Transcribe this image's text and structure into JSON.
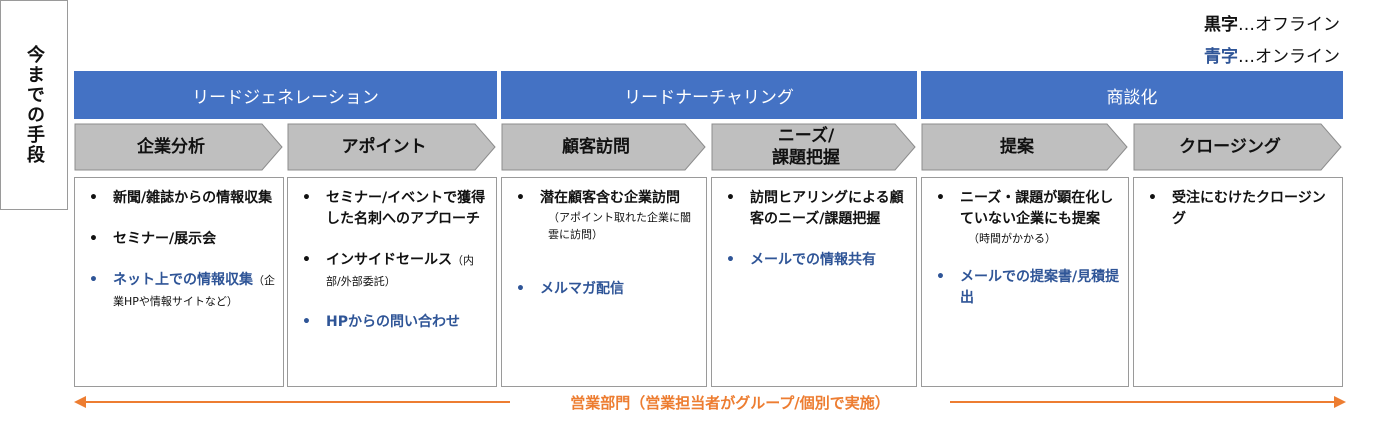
{
  "legend": {
    "black_key": "黒字",
    "black_rest": "…オフライン",
    "blue_key": "青字",
    "blue_rest": "…オンライン",
    "blue_color": "#2f5597"
  },
  "phases": [
    {
      "label": "リードジェネレーション"
    },
    {
      "label": "リードナーチャリング"
    },
    {
      "label": "商談化"
    }
  ],
  "stages": [
    {
      "label": "企業分析"
    },
    {
      "label": "アポイント"
    },
    {
      "label": "顧客訪問"
    },
    {
      "label": "ニーズ/\n課題把握"
    },
    {
      "label": "提案"
    },
    {
      "label": "クロージング"
    }
  ],
  "row_label": "今までの手段",
  "boxes": [
    {
      "items": [
        {
          "text": "新聞/雑誌からの情報収集",
          "note": "",
          "online": false
        },
        {
          "text": "セミナー/展示会",
          "note": "",
          "online": false
        },
        {
          "text": "ネット上での情報収集",
          "note": "（企業HPや情報サイトなど）",
          "online": true
        }
      ]
    },
    {
      "items": [
        {
          "text": "セミナー/イベントで獲得した名刺へのアプローチ",
          "note": "",
          "online": false
        },
        {
          "text": "インサイドセールス",
          "note": "（内部/外部委託）",
          "online": false
        },
        {
          "text": "HPからの問い合わせ",
          "note": "",
          "online": true
        }
      ]
    },
    {
      "items": [
        {
          "text": "潜在顧客含む企業訪問",
          "note": "（アポイント取れた企業に闇雲に訪問）",
          "online": false
        },
        {
          "text": "メルマガ配信",
          "note": "",
          "online": true
        }
      ]
    },
    {
      "items": [
        {
          "text": "訪問ヒアリングによる顧客のニーズ/課題把握",
          "note": "",
          "online": false
        },
        {
          "text": "メールでの情報共有",
          "note": "",
          "online": true
        }
      ]
    },
    {
      "items": [
        {
          "text": "ニーズ・課題が顕在化していない企業にも提案",
          "note": "（時間がかかる）",
          "online": false
        },
        {
          "text": "メールでの提案書/見積提出",
          "note": "",
          "online": true
        }
      ]
    },
    {
      "items": [
        {
          "text": "受注にむけたクロージング",
          "note": "",
          "online": false
        }
      ]
    }
  ],
  "bottom": {
    "label": "営業部門",
    "note": "（営業担当者がグループ/個別で実施）",
    "color": "#ed7d31"
  }
}
